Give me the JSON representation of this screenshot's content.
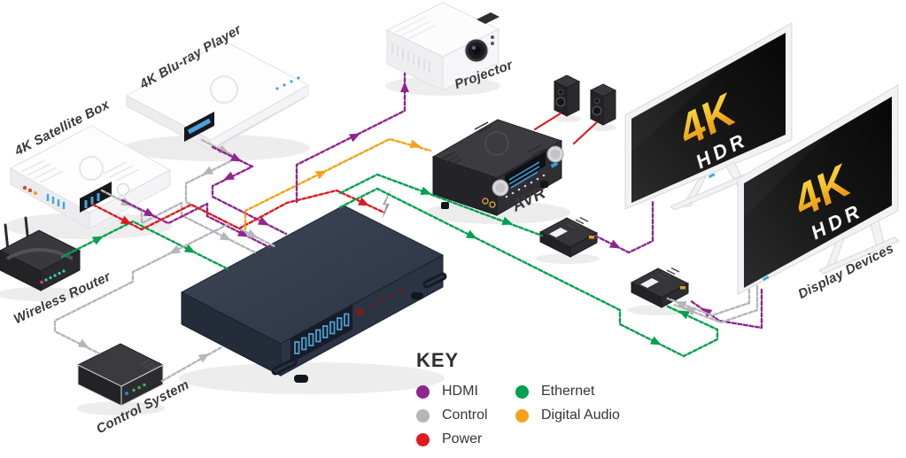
{
  "diagram": {
    "devices": [
      {
        "id": "satellite",
        "label": "4K Satellite Box"
      },
      {
        "id": "bluray",
        "label": "4K Blu-ray Player"
      },
      {
        "id": "projector",
        "label": "Projector"
      },
      {
        "id": "avr",
        "label": "AVR"
      },
      {
        "id": "wireless-router",
        "label": "Wireless Router"
      },
      {
        "id": "control-system",
        "label": "Control System"
      },
      {
        "id": "display-devices",
        "label": "Display Devices"
      }
    ],
    "tv_logo": {
      "line1": "4K",
      "line2": "HDR"
    },
    "key": {
      "title": "KEY",
      "items": [
        {
          "label": "HDMI",
          "color": "#8f268f"
        },
        {
          "label": "Control",
          "color": "#b4b6b8"
        },
        {
          "label": "Power",
          "color": "#de1a21"
        },
        {
          "label": "Ethernet",
          "color": "#00a14e"
        },
        {
          "label": "Digital Audio",
          "color": "#f7a11a"
        }
      ]
    },
    "colors": {
      "logo_gold_top": "#ffe04d",
      "logo_gold_bottom": "#de8c12",
      "matrix_chassis": "#2c3442",
      "port_blue": "#4aa3dc"
    }
  }
}
